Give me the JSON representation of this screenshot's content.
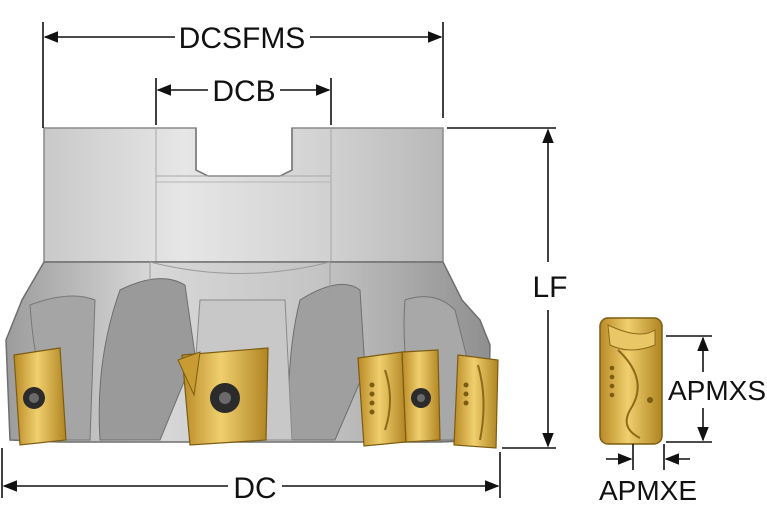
{
  "diagram": {
    "labels": {
      "dcsfms": "DCSFMS",
      "dcb": "DCB",
      "lf": "LF",
      "dc": "DC",
      "apmxs": "APMXS",
      "apmxe": "APMXE"
    },
    "colors": {
      "body_light": "#dcdcdc",
      "body_mid": "#bdbdbd",
      "body_dark": "#8e8e8e",
      "insert_gold": "#d9b04a",
      "insert_gold_dark": "#a27a1e",
      "screw": "#2b2b2b",
      "dimension_line": "#111111"
    }
  }
}
